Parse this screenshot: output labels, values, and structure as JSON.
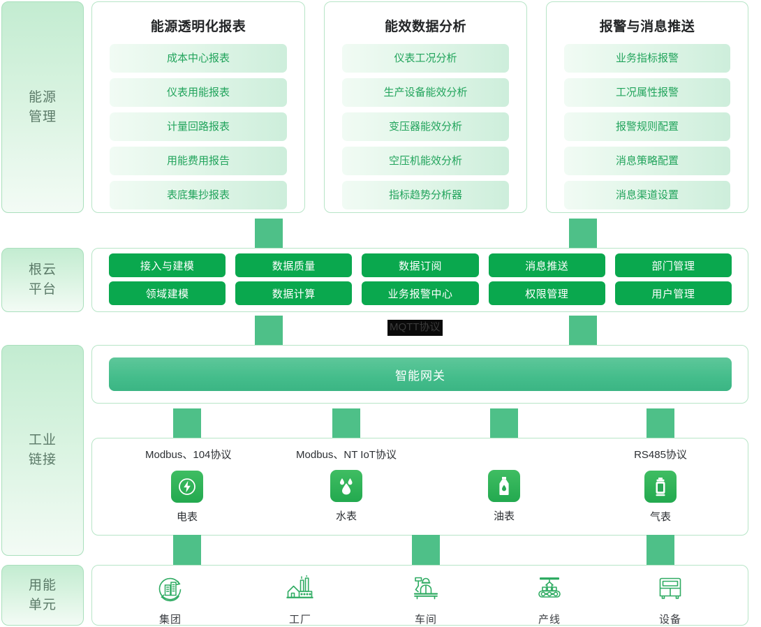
{
  "rails": [
    {
      "name": "energy-management",
      "line1": "能源",
      "line2": "管理"
    },
    {
      "name": "genyun-platform",
      "line1": "根云",
      "line2": "平台"
    },
    {
      "name": "industrial-connection",
      "line1": "工业",
      "line2": "链接"
    },
    {
      "name": "energy-unit",
      "line1": "用能",
      "line2": "单元"
    }
  ],
  "cards": [
    {
      "title": "能源透明化报表",
      "items": [
        "成本中心报表",
        "仪表用能报表",
        "计量回路报表",
        "用能费用报告",
        "表底集抄报表"
      ]
    },
    {
      "title": "能效数据分析",
      "items": [
        "仪表工况分析",
        "生产设备能效分析",
        "变压器能效分析",
        "空压机能效分析",
        "指标趋势分析器"
      ]
    },
    {
      "title": "报警与消息推送",
      "items": [
        "业务指标报警",
        "工况属性报警",
        "报警规则配置",
        "消息策略配置",
        "消息渠道设置"
      ]
    }
  ],
  "platform": {
    "row1": [
      "接入与建模",
      "数据质量",
      "数据订阅",
      "消息推送",
      "部门管理"
    ],
    "row2": [
      "领域建模",
      "数据计算",
      "业务报警中心",
      "权限管理",
      "用户管理"
    ]
  },
  "mqtt_label": "MQTT协议",
  "gateway": {
    "label": "智能网关"
  },
  "meters": [
    {
      "protocol": "Modbus、104协议",
      "label": "电表",
      "icon": "electricity-meter-icon"
    },
    {
      "protocol": "Modbus、NT  IoT协议",
      "label": "水表",
      "icon": "water-meter-icon"
    },
    {
      "protocol": "",
      "label": "油表",
      "icon": "oil-meter-icon"
    },
    {
      "protocol": "RS485协议",
      "label": "气表",
      "icon": "gas-meter-icon"
    }
  ],
  "units": [
    {
      "label": "集团",
      "icon": "group-icon"
    },
    {
      "label": "工厂",
      "icon": "factory-icon"
    },
    {
      "label": "车间",
      "icon": "workshop-icon"
    },
    {
      "label": "产线",
      "icon": "production-line-icon"
    },
    {
      "label": "设备",
      "icon": "equipment-icon"
    }
  ],
  "colors": {
    "brand_green": "#0aa84e",
    "gateway_green": "#44bd8b",
    "connector_green": "#4ec088",
    "panel_border": "#b7e5c7",
    "item_text": "#22a45c",
    "rail_text": "#5b7a68"
  }
}
